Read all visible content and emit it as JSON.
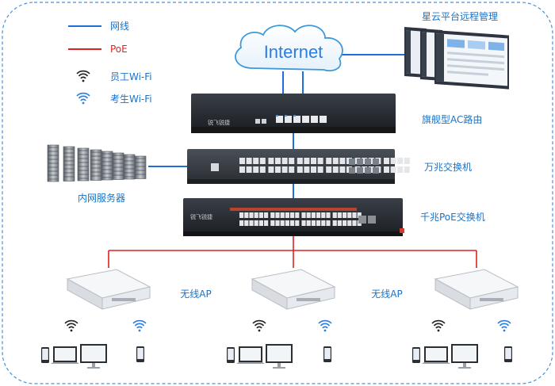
{
  "legend": {
    "wired": "网线",
    "poe": "PoE",
    "staff_wifi": "员工Wi-Fi",
    "exam_wifi": "考生Wi-Fi"
  },
  "nodes": {
    "internet": "Internet",
    "cloud_mgmt": "星云平台远程管理",
    "ac_router": "旗舰型AC路由",
    "core_switch": "万兆交换机",
    "poe_switch": "千兆PoE交换机",
    "servers": "内网服务器",
    "ap_left": "无线AP",
    "ap_right": "无线AP",
    "router_brand": "锐飞锐捷",
    "poe_brand": "锐飞锐捷"
  },
  "colors": {
    "wired": "#1e6fd9",
    "poe": "#e02020",
    "frame": "#4a90d9",
    "label": "#1a73c9",
    "staff_wifi": "#222222",
    "exam_wifi": "#2a7de1"
  }
}
